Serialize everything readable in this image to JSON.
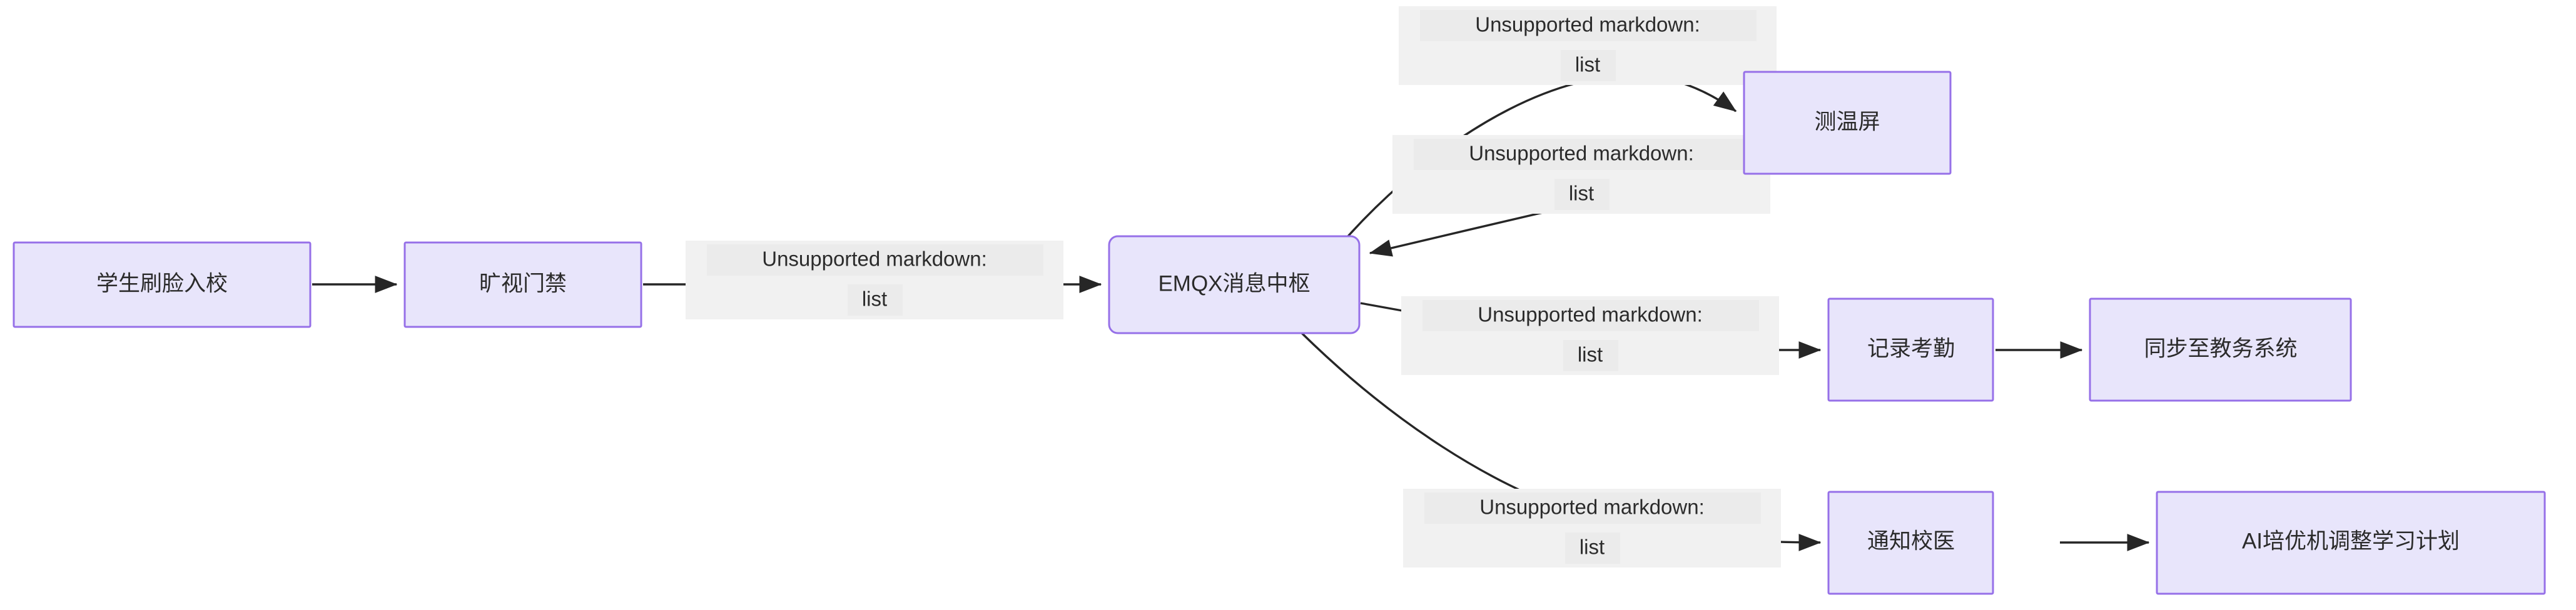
{
  "diagram": {
    "type": "flowchart",
    "direction": "left-to-right",
    "title": "",
    "theme": {
      "node_fill": "#e8e5fb",
      "node_stroke": "#9670e8",
      "node_text": "#2b2b2b",
      "edge_stroke": "#262626",
      "edge_label_bg": "#f1f1f1",
      "edge_label_chip": "#ebebeb",
      "canvas_bg": "#ffffff"
    },
    "nodes": [
      {
        "id": "n1",
        "label": "学生刷脸入校",
        "shape": "rect"
      },
      {
        "id": "n2",
        "label": "旷视门禁",
        "shape": "rect"
      },
      {
        "id": "n3",
        "label": "EMQX消息中枢",
        "shape": "rounded-rect"
      },
      {
        "id": "n4",
        "label": "测温屏",
        "shape": "rect"
      },
      {
        "id": "n5",
        "label": "记录考勤",
        "shape": "rect"
      },
      {
        "id": "n6",
        "label": "同步至教务系统",
        "shape": "rect"
      },
      {
        "id": "n7",
        "label": "通知校医",
        "shape": "rect"
      },
      {
        "id": "n8",
        "label": "AI培优机调整学习计划",
        "shape": "rect"
      }
    ],
    "edges": [
      {
        "id": "e1",
        "from": "n1",
        "to": "n2",
        "label_line1": "",
        "label_line2": "",
        "has_label": false
      },
      {
        "id": "e2",
        "from": "n2",
        "to": "n3",
        "label_line1": "Unsupported markdown:",
        "label_line2": "list",
        "has_label": true
      },
      {
        "id": "e3",
        "from": "n3",
        "to": "n4",
        "label_line1": "Unsupported markdown:",
        "label_line2": "list",
        "has_label": true
      },
      {
        "id": "e4",
        "from": "n4",
        "to": "n3",
        "label_line1": "Unsupported markdown:",
        "label_line2": "list",
        "has_label": true
      },
      {
        "id": "e5",
        "from": "n3",
        "to": "n5",
        "label_line1": "Unsupported markdown:",
        "label_line2": "list",
        "has_label": true
      },
      {
        "id": "e6",
        "from": "n5",
        "to": "n6",
        "label_line1": "",
        "label_line2": "",
        "has_label": false
      },
      {
        "id": "e7",
        "from": "n3",
        "to": "n7",
        "label_line1": "Unsupported markdown:",
        "label_line2": "list",
        "has_label": true
      },
      {
        "id": "e8",
        "from": "n7",
        "to": "n8",
        "label_line1": "",
        "label_line2": "",
        "has_label": false
      }
    ]
  }
}
